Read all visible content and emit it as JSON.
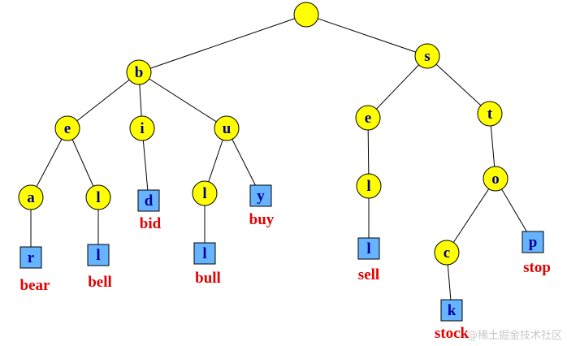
{
  "colors": {
    "inner_node": "#ffff00",
    "leaf_node": "#66b3ff",
    "node_text": "#000099",
    "word_text": "#e00000",
    "edge": "#000000"
  },
  "nodes": [
    {
      "id": "root",
      "char": "",
      "shape": "circle"
    },
    {
      "id": "b",
      "char": "b",
      "shape": "circle"
    },
    {
      "id": "be",
      "char": "e",
      "shape": "circle"
    },
    {
      "id": "bi",
      "char": "i",
      "shape": "circle"
    },
    {
      "id": "bu",
      "char": "u",
      "shape": "circle"
    },
    {
      "id": "bea",
      "char": "a",
      "shape": "circle"
    },
    {
      "id": "bel",
      "char": "l",
      "shape": "circle"
    },
    {
      "id": "bid",
      "char": "d",
      "shape": "square",
      "word": "bid"
    },
    {
      "id": "bul",
      "char": "l",
      "shape": "circle"
    },
    {
      "id": "buy",
      "char": "y",
      "shape": "square",
      "word": "buy"
    },
    {
      "id": "bear",
      "char": "r",
      "shape": "square",
      "word": "bear"
    },
    {
      "id": "bell",
      "char": "l",
      "shape": "square",
      "word": "bell"
    },
    {
      "id": "bull",
      "char": "l",
      "shape": "square",
      "word": "bull"
    },
    {
      "id": "s",
      "char": "s",
      "shape": "circle"
    },
    {
      "id": "se",
      "char": "e",
      "shape": "circle"
    },
    {
      "id": "st",
      "char": "t",
      "shape": "circle"
    },
    {
      "id": "sel",
      "char": "l",
      "shape": "circle"
    },
    {
      "id": "sell",
      "char": "l",
      "shape": "square",
      "word": "sell"
    },
    {
      "id": "sto",
      "char": "o",
      "shape": "circle"
    },
    {
      "id": "stoc",
      "char": "c",
      "shape": "circle"
    },
    {
      "id": "stop",
      "char": "p",
      "shape": "square",
      "word": "stop"
    },
    {
      "id": "stock",
      "char": "k",
      "shape": "square",
      "word": "stock"
    }
  ],
  "edges": [
    [
      "root",
      "b"
    ],
    [
      "root",
      "s"
    ],
    [
      "b",
      "be"
    ],
    [
      "b",
      "bi"
    ],
    [
      "b",
      "bu"
    ],
    [
      "be",
      "bea"
    ],
    [
      "be",
      "bel"
    ],
    [
      "bi",
      "bid"
    ],
    [
      "bu",
      "bul"
    ],
    [
      "bu",
      "buy"
    ],
    [
      "bea",
      "bear"
    ],
    [
      "bel",
      "bell"
    ],
    [
      "bul",
      "bull"
    ],
    [
      "s",
      "se"
    ],
    [
      "s",
      "st"
    ],
    [
      "se",
      "sel"
    ],
    [
      "sel",
      "sell"
    ],
    [
      "st",
      "sto"
    ],
    [
      "sto",
      "stoc"
    ],
    [
      "sto",
      "stop"
    ],
    [
      "stoc",
      "stock"
    ]
  ],
  "watermark": "@稀土掘金技术社区"
}
